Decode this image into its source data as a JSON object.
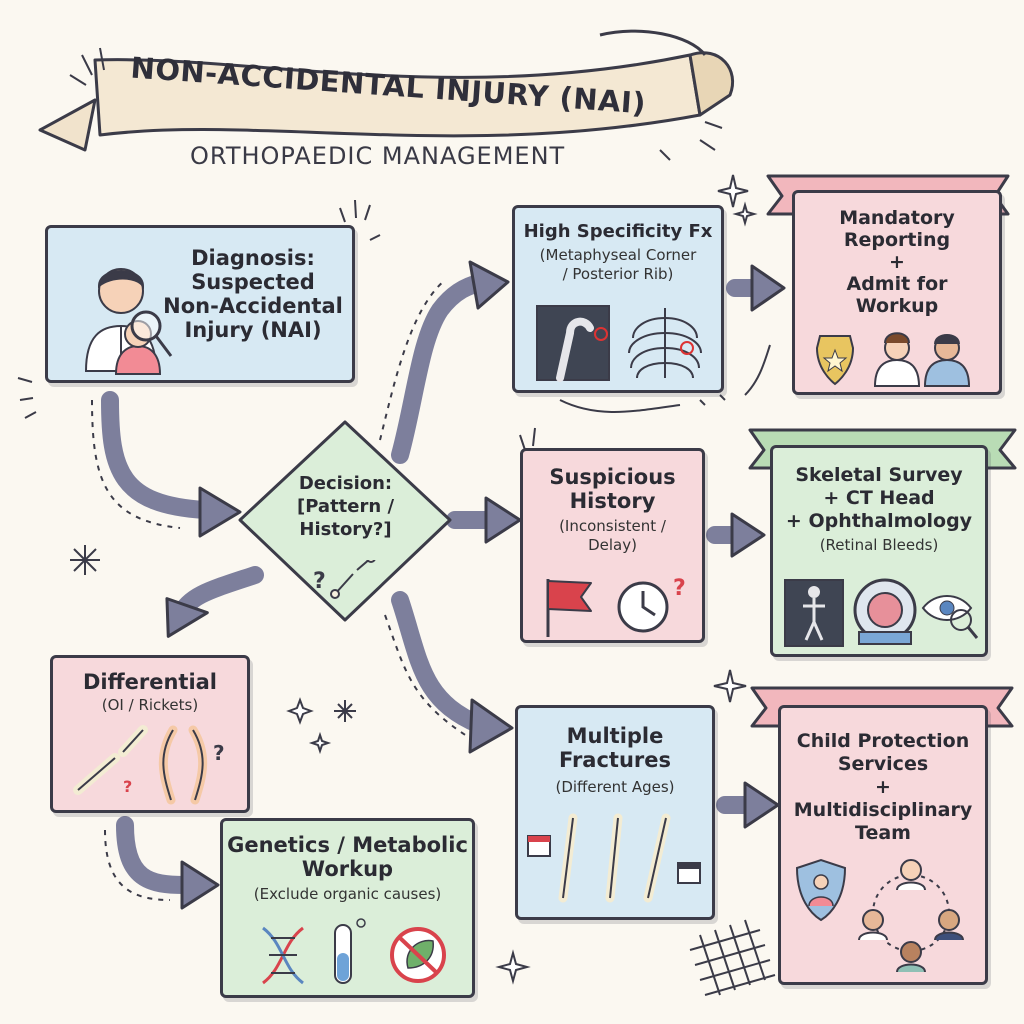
{
  "title": {
    "main": "NON-ACCIDENTAL INJURY (NAI)",
    "sub": "ORTHOPAEDIC MANAGEMENT"
  },
  "nodes": {
    "diagnosis": {
      "title": "Diagnosis:\nSuspected\nNon-Accidental\nInjury (NAI)"
    },
    "decision": {
      "title": "Decision:\n[Pattern /\nHistory?]"
    },
    "high_specificity": {
      "title": "High Specificity Fx",
      "subtitle": "(Metaphyseal Corner\n/ Posterior Rib)"
    },
    "suspicious_history": {
      "title": "Suspicious\nHistory",
      "subtitle": "(Inconsistent /\nDelay)"
    },
    "multiple_fractures": {
      "title": "Multiple\nFractures",
      "subtitle": "(Different Ages)"
    },
    "mandatory_reporting": {
      "title": "Mandatory\nReporting\n+\nAdmit for\nWorkup"
    },
    "skeletal_survey": {
      "title": "Skeletal Survey\n+ CT Head\n+ Ophthalmology",
      "subtitle": "(Retinal Bleeds)"
    },
    "child_protection": {
      "title": "Child Protection\nServices\n+\nMultidisciplinary\nTeam"
    },
    "differential": {
      "title": "Differential",
      "subtitle": "(OI / Rickets)"
    },
    "genetics": {
      "title": "Genetics / Metabolic\nWorkup",
      "subtitle": "(Exclude organic causes)"
    }
  },
  "icons": {
    "diagnosis": [
      "doctor-icon",
      "child-icon",
      "magnifier-icon"
    ],
    "decision": [
      "question-icon",
      "broken-bone-icon"
    ],
    "high_specificity": [
      "xray-femur-icon",
      "ribcage-icon"
    ],
    "suspicious_history": [
      "red-flag-icon",
      "clock-icon",
      "question-icon"
    ],
    "multiple_fractures": [
      "calendar-icon",
      "bone-icon"
    ],
    "mandatory_reporting": [
      "police-badge-icon",
      "nurse-icon",
      "doctor-icon"
    ],
    "skeletal_survey": [
      "skeleton-xray-icon",
      "ct-scanner-icon",
      "eye-magnifier-icon"
    ],
    "child_protection": [
      "shield-child-icon",
      "team-cycle-icon"
    ],
    "differential": [
      "broken-bone-icon",
      "bowed-legs-icon",
      "question-icon"
    ],
    "genetics": [
      "dna-icon",
      "test-tube-icon",
      "no-leaf-icon"
    ]
  },
  "colors": {
    "blue": "#d7e9f3",
    "pink": "#f7d9dc",
    "green": "#dbeed9",
    "arrow": "#7d7f9c",
    "outline": "#3b3b48"
  }
}
